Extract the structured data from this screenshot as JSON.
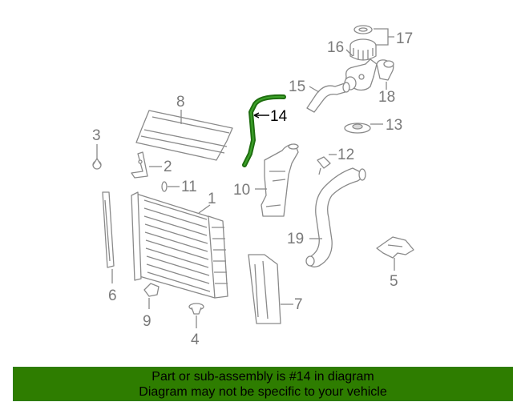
{
  "callouts": {
    "c1": "1",
    "c2": "2",
    "c3": "3",
    "c4": "4",
    "c5": "5",
    "c6": "6",
    "c7": "7",
    "c8": "8",
    "c9": "9",
    "c10": "10",
    "c11": "11",
    "c12": "12",
    "c13": "13",
    "c14": "14",
    "c15": "15",
    "c16": "16",
    "c17": "17",
    "c18": "18",
    "c19": "19"
  },
  "highlight": {
    "part": "14",
    "color": "#1f6e10"
  },
  "footer": {
    "line1": "Part or sub-assembly is #14 in diagram",
    "line2": "Diagram may not be specific to your vehicle",
    "background": "#2e7d00"
  }
}
